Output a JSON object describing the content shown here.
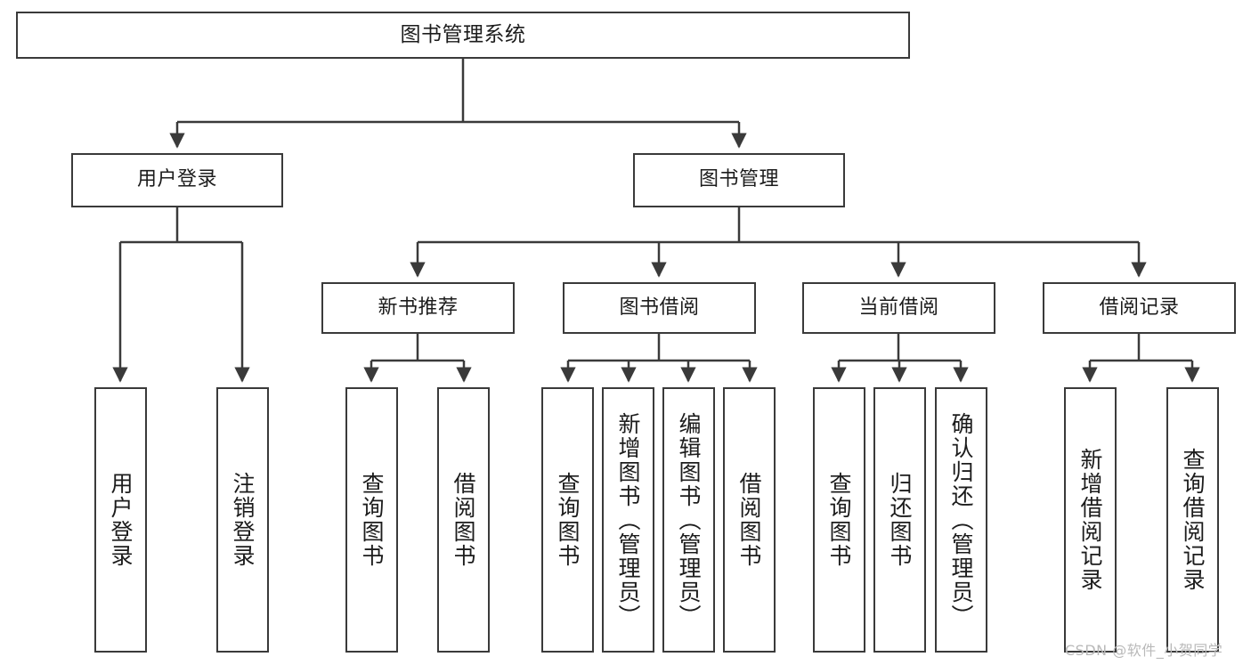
{
  "diagram": {
    "title": "图书管理系统",
    "root": {
      "label": "图书管理系统"
    },
    "level2": [
      {
        "label": "用户登录"
      },
      {
        "label": "图书管理"
      }
    ],
    "level3": [
      {
        "label": "新书推荐"
      },
      {
        "label": "图书借阅"
      },
      {
        "label": "当前借阅"
      },
      {
        "label": "借阅记录"
      }
    ],
    "leaves": {
      "user_login": [
        {
          "label": "用户登录"
        },
        {
          "label": "注销登录"
        }
      ],
      "new_book_recommend": [
        {
          "label": "查询图书"
        },
        {
          "label": "借阅图书"
        }
      ],
      "book_borrow": [
        {
          "label": "查询图书"
        },
        {
          "label": "新增图书（管理员）"
        },
        {
          "label": "编辑图书（管理员）"
        },
        {
          "label": "借阅图书"
        }
      ],
      "current_borrow": [
        {
          "label": "查询图书"
        },
        {
          "label": "归还图书"
        },
        {
          "label": "确认归还（管理员）"
        }
      ],
      "borrow_record": [
        {
          "label": "新增借阅记录"
        },
        {
          "label": "查询借阅记录"
        }
      ]
    }
  },
  "watermark": {
    "text": "CSDN @软件_小贺同学"
  },
  "colors": {
    "stroke": "#3a3a3a",
    "background": "#ffffff",
    "text": "#1c1c1c",
    "watermark": "#b9b9b9"
  }
}
